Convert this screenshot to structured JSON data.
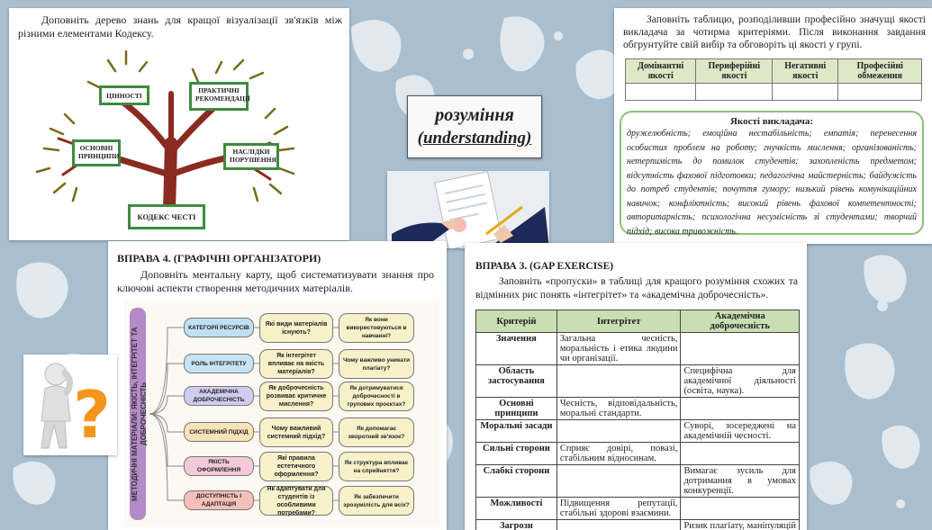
{
  "colors": {
    "background": "#a9bfd0",
    "accent_green": "#3f8a3f",
    "pattern": "#e8eef3",
    "header_green": "#c9dfb3"
  },
  "tree_card": {
    "instruction": "Доповніть дерево знань для кращої візуалізації зв'язків між різними елементами Кодексу.",
    "boxes": {
      "values": "ЦІННОСТІ",
      "recommendations": "ПРАКТИЧНІ РЕКОМЕНДАЦІЇ",
      "principles": "ОСНОВНІ ПРИНЦИПИ",
      "consequences": "НАСЛІДКИ ПОРУШЕННЯ",
      "code": "КОДЕКС ЧЕСТІ"
    }
  },
  "title_card": {
    "word": "розуміння",
    "translation": "(understanding)"
  },
  "qualities_card": {
    "instruction": "Заповніть таблицю, розподіливши професійно значущі якості викладача за чотирма критеріями. Після виконання завдання обгрунтуйте свій вибір та обговоріть ці якості у групі.",
    "table_headers": [
      "Домінантні якості",
      "Периферійні якості",
      "Негативні якості",
      "Професійні обмеження"
    ],
    "box_title": "Якості викладача:",
    "box_text": "дружелюбність; емоційна нестабільність; емпатія; перенесення особистих проблем на роботу; гнучкість мислення; організованість; нетерпимість до помилок студентів; захопленість предметом; відсутність фахової підготовки; педагогічна майстерність; байдужість до потреб студентів; почуття гумору; низький рівень комунікаційних навичок; конфліктність; високий рівень фахової компетентності; авторитарність; психологічна несумісність зі студентами; творчий підхід; висока тривожність."
  },
  "mindmap_card": {
    "heading": "ВПРАВА 4. (ГРАФІЧНІ ОРГАНІЗАТОРИ)",
    "instruction": "Доповніть ментальну карту, щоб систематизувати знання про ключові аспекти створення методичних матеріалів.",
    "vertical_label": "МЕТОДИЧНІ МАТЕРІАЛИ: ЯКІСТЬ, ІНТЕГРІТЕТ ТА ДОБРОЧЕСНІСТЬ",
    "rows": [
      {
        "cat": "КАТЕГОРІЇ РЕСУРСІВ",
        "q1": "Які види матеріалів існують?",
        "q2": "Як вони використовуються в навчанні?",
        "color": "#bfe0f3"
      },
      {
        "cat": "РОЛЬ ІНТЕГРІТЕТУ",
        "q1": "Як інтегрітет впливає на якість матеріалів?",
        "q2": "Чому важливо уникати плагіату?",
        "color": "#c8e3f5"
      },
      {
        "cat": "АКАДЕМІЧНА ДОБРОЧЕСНІСТЬ",
        "q1": "Як доброчесність розвиває критичне мислення?",
        "q2": "Як дотримуватися доброчесності в групових проєктах?",
        "color": "#cfcdef"
      },
      {
        "cat": "СИСТЕМНИЙ ПІДХІД",
        "q1": "Чому важливий системний підхід?",
        "q2": "Як допомагає зворотний зв'язок?",
        "color": "#f8e2b7"
      },
      {
        "cat": "ЯКІСТЬ ОФОРМЛЕННЯ",
        "q1": "Які правила естетичного оформлення?",
        "q2": "Як структура впливає на сприйняття?",
        "color": "#f4c9d9"
      },
      {
        "cat": "ДОСТУПНІСТЬ І АДАПТАЦІЯ",
        "q1": "Як адаптувати для студентів із особливими потребами?",
        "q2": "Як забезпечити зрозумілість для всіх?",
        "color": "#f5c0b8"
      }
    ]
  },
  "gap_card": {
    "heading": "ВПРАВА 3. (GAP EXERCISE)",
    "instruction": "Заповніть «пропуски» в таблиці для кращого розуміння схожих та відмінних рис понять «інтегрітет» та «академічна доброчесність».",
    "headers": [
      "Критерій",
      "Інтегрітет",
      "Академічна доброчесність"
    ],
    "rows": [
      [
        "Значення",
        "Загальна чесність, моральність і етика людини чи організації.",
        ""
      ],
      [
        "Область застосування",
        "",
        "Специфічна для академічної діяльності (освіта, наука)."
      ],
      [
        "Основні принципи",
        "Чесність, відповідальність, моральні стандарти.",
        ""
      ],
      [
        "Моральні засади",
        "",
        "Суворі, зосереджені на академічній чесності."
      ],
      [
        "Сильні сторони",
        "Сприяє довірі, повазі, стабільним відносинам.",
        ""
      ],
      [
        "Слабкі сторони",
        "",
        "Вимагає зусиль для дотримання в умовах конкуренції."
      ],
      [
        "Можливості",
        "Підвищення репутації, стабільні здорові взаємини.",
        ""
      ],
      [
        "Загрози",
        "",
        "Ризик плагіату, маніпуляцій з даними, негативний вплив конкуренції."
      ]
    ]
  }
}
